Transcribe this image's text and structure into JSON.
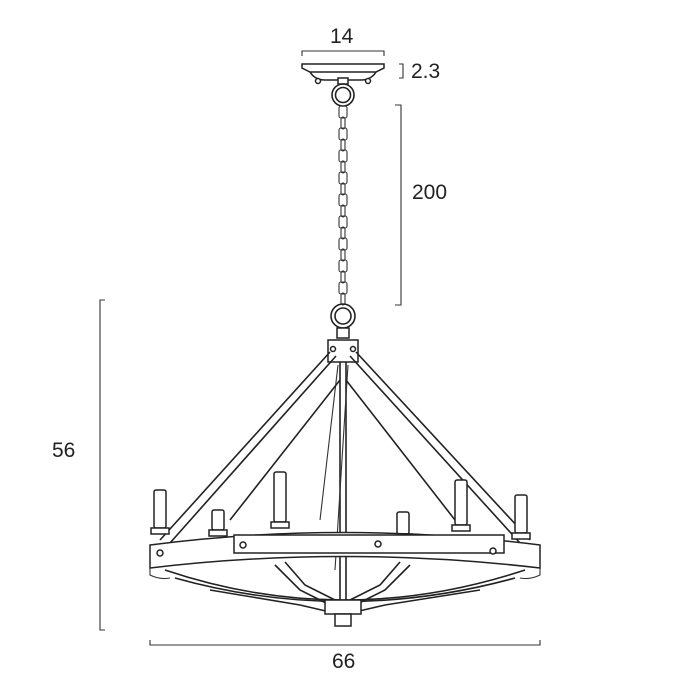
{
  "dimensions": {
    "canopy_width": "14",
    "canopy_height": "2.3",
    "chain_length": "200",
    "body_height": "56",
    "body_width": "66"
  },
  "colors": {
    "line": "#222222",
    "background": "#ffffff"
  }
}
